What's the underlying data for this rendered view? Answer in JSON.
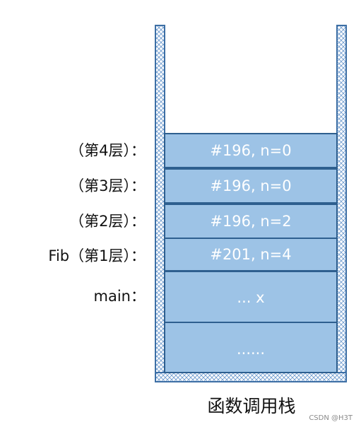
{
  "frames": [
    {
      "label": "（第4层）：",
      "content": "#196, n=0"
    },
    {
      "label": "（第3层）：",
      "content": "#196, n=0"
    },
    {
      "label": "（第2层）：",
      "content": "#196, n=2"
    },
    {
      "label": "Fib（第1层）：",
      "content": "#201, n=4"
    },
    {
      "label": "main：",
      "content": "... x"
    },
    {
      "label": "",
      "content": "......"
    }
  ],
  "caption": "函数调用栈",
  "watermark": "CSDN @H3T",
  "colors": {
    "frame_fill": "#9dc3e6",
    "frame_border": "#2e5f8f",
    "wall_border": "#3d6fa5",
    "wall_hatch": "#6f9ccf"
  }
}
